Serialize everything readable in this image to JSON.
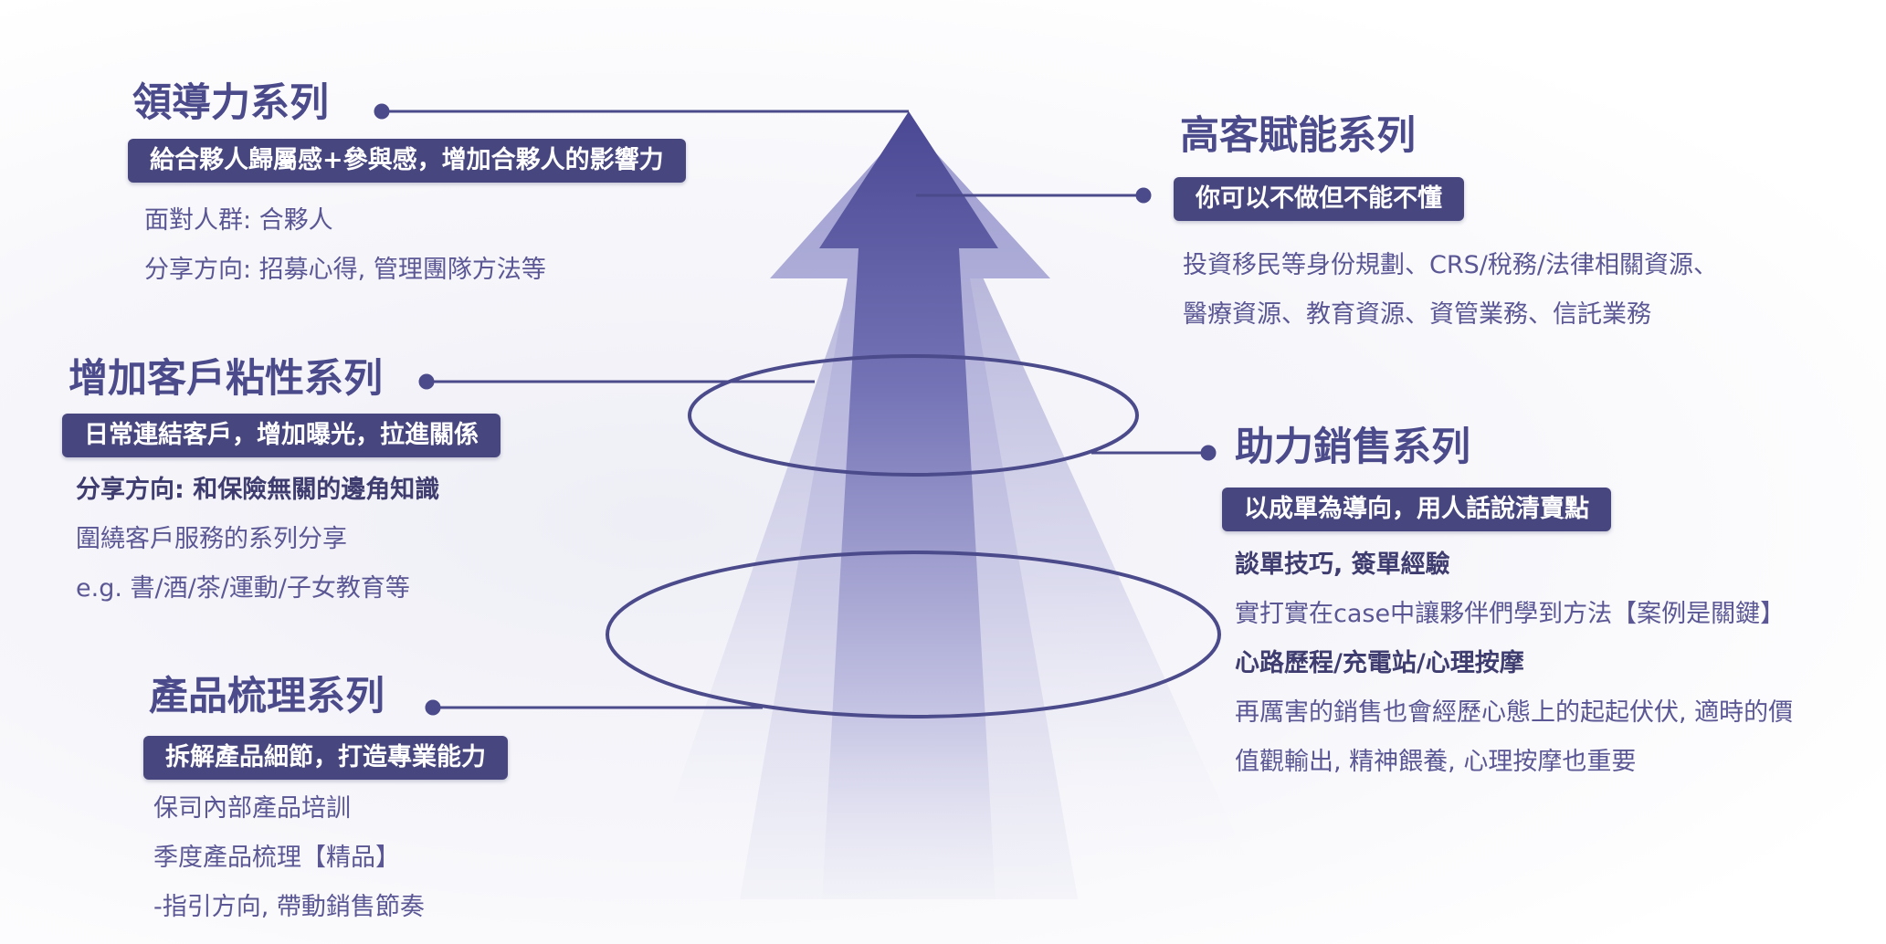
{
  "colors": {
    "accent": "#4b4a8a",
    "pill_bg": "#48467f",
    "text": "#5a5794",
    "arrow_dark": "#4e4c96",
    "arrow_light": "#c8c8e6"
  },
  "leadership": {
    "title": "領導力系列",
    "subtitle": "給合夥人歸屬感+參與感，增加合夥人的影響力",
    "lines": [
      "面對人群: 合夥人",
      "分享方向: 招募心得, 管理團隊方法等"
    ]
  },
  "hnw": {
    "title": "高客賦能系列",
    "subtitle": "你可以不做但不能不懂",
    "lines": [
      "投資移民等身份規劃、CRS/稅務/法律相關資源、",
      "醫療資源、教育資源、資管業務、信託業務"
    ]
  },
  "stickiness": {
    "title": "增加客戶粘性系列",
    "subtitle": "日常連結客戶，增加曝光，拉進關係",
    "lines": [
      "分享方向: 和保險無關的邊角知識",
      "圍繞客戶服務的系列分享",
      "e.g. 書/酒/茶/運動/子女教育等"
    ]
  },
  "sales": {
    "title": "助力銷售系列",
    "subtitle": "以成單為導向，用人話說清賣點",
    "lines": [
      "談單技巧, 簽單經驗",
      "實打實在case中讓夥伴們學到方法【案例是關鍵】",
      "心路歷程/充電站/心理按摩",
      "再厲害的銷售也會經歷心態上的起起伏伏, 適時的價",
      "值觀輸出, 精神餵養, 心理按摩也重要"
    ]
  },
  "product": {
    "title": "產品梳理系列",
    "subtitle": "拆解產品細節，打造專業能力",
    "lines": [
      "保司內部產品培訓",
      "季度產品梳理【精品】",
      "-指引方向, 帶動銷售節奏"
    ]
  }
}
